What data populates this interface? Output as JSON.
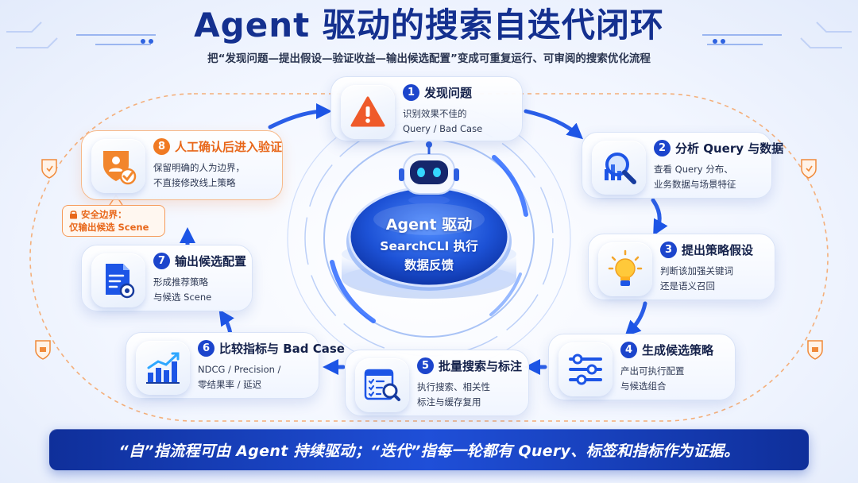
{
  "header": {
    "title": "Agent 驱动的搜索自迭代闭环",
    "subtitle": "把“发现问题—提出假设—验证收益—输出候选配置”变成可重复运行、可审阅的搜索优化流程"
  },
  "hub": {
    "line1": "Agent 驱动",
    "line2": "SearchCLI 执行",
    "line3": "数据反馈"
  },
  "steps": [
    {
      "num": "1",
      "title": "发现问题",
      "desc1": "识别效果不佳的",
      "desc2": "Query / Bad Case",
      "icon": "warning-icon"
    },
    {
      "num": "2",
      "title": "分析 Query 与数据",
      "desc1": "查看 Query 分布、",
      "desc2": "业务数据与场景特征",
      "icon": "magnifier-chart-icon"
    },
    {
      "num": "3",
      "title": "提出策略假设",
      "desc1": "判断该加强关键词",
      "desc2": "还是语义召回",
      "icon": "lightbulb-icon"
    },
    {
      "num": "4",
      "title": "生成候选策略",
      "desc1": "产出可执行配置",
      "desc2": "与候选组合",
      "icon": "sliders-icon"
    },
    {
      "num": "5",
      "title": "批量搜索与标注",
      "desc1": "执行搜索、相关性",
      "desc2": "标注与缓存复用",
      "icon": "checklist-search-icon"
    },
    {
      "num": "6",
      "title": "比较指标与 Bad Case",
      "desc1": "NDCG / Precision /",
      "desc2": "零结果率 / 延迟",
      "icon": "bar-chart-icon"
    },
    {
      "num": "7",
      "title": "输出候选配置",
      "desc1": "形成推荐策略",
      "desc2": "与候选 Scene",
      "icon": "document-gear-icon"
    },
    {
      "num": "8",
      "title": "人工确认后进入验证",
      "desc1": "保留明确的人为边界，",
      "desc2": "不直接修改线上策略",
      "icon": "shield-user-icon"
    }
  ],
  "boundary": {
    "line1": "安全边界：",
    "line2": "仅输出候选 Scene"
  },
  "banner": {
    "text": "“自”指流程可由 Agent 持续驱动；“迭代”指每一轮都有 Query、标签和指标作为证据。"
  },
  "colors": {
    "primary": "#1c45cc",
    "title": "#14308f",
    "accent_orange": "#f07a23",
    "banner": "#1f4fd8"
  }
}
